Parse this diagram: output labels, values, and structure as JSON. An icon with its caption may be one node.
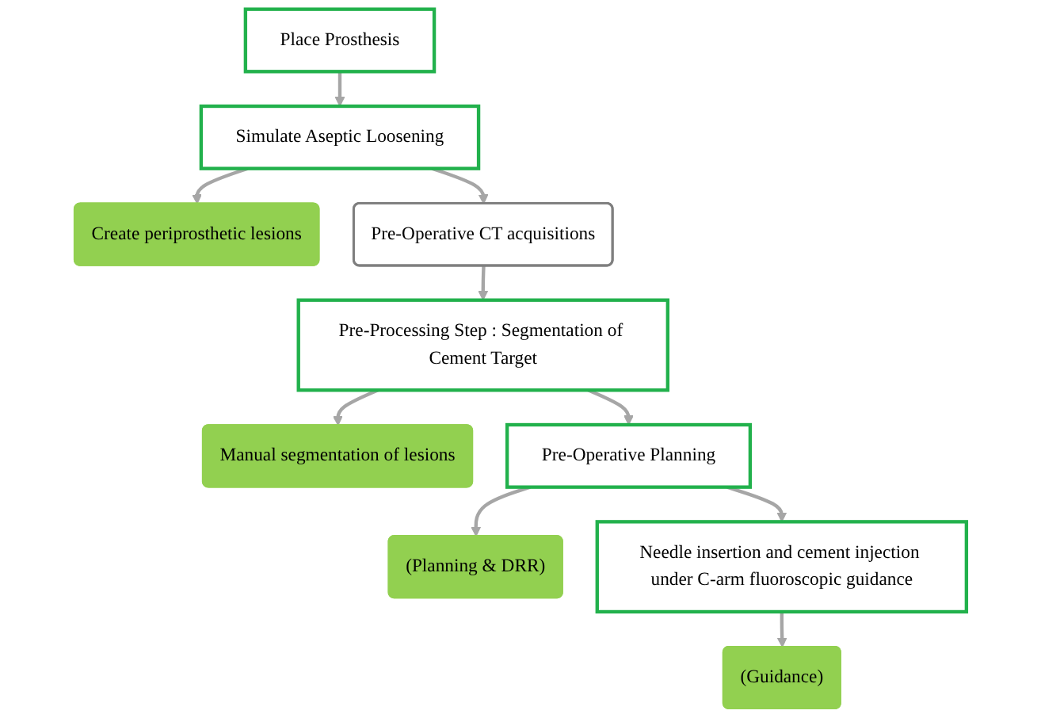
{
  "diagram": {
    "nodes": [
      {
        "text": [
          "Place Prosthesis"
        ]
      },
      {
        "text": [
          "Simulate Aseptic Loosening"
        ]
      },
      {
        "text": [
          "Create periprosthetic lesions"
        ]
      },
      {
        "text": [
          "Pre-Operative CT acquisitions"
        ]
      },
      {
        "text": [
          "Pre-Processing Step : Segmentation of Cement Target"
        ]
      },
      {
        "text": [
          "Manual segmentation of lesions"
        ]
      },
      {
        "text": [
          "Pre-Operative Planning"
        ]
      },
      {
        "text": [
          "(Planning & DRR)"
        ]
      },
      {
        "text": [
          "Needle insertion and cement injection under C-arm fluoroscopic guidance"
        ]
      },
      {
        "text": [
          "(Guidance)"
        ]
      }
    ],
    "edges": [
      {
        "from": 0,
        "to": 1,
        "arrow": "to"
      },
      {
        "from": 1,
        "to": 2,
        "arrow": "to"
      },
      {
        "from": 1,
        "to": 3,
        "arrow": "to"
      },
      {
        "from": 3,
        "to": 4,
        "arrow": "to"
      },
      {
        "from": 4,
        "to": 5,
        "arrow": "to"
      },
      {
        "from": 4,
        "to": 6,
        "arrow": "to"
      },
      {
        "from": 6,
        "to": 7,
        "arrow": "to"
      },
      {
        "from": 6,
        "to": 8,
        "arrow": "to"
      },
      {
        "from": 8,
        "to": 9,
        "arrow": "to"
      }
    ]
  }
}
